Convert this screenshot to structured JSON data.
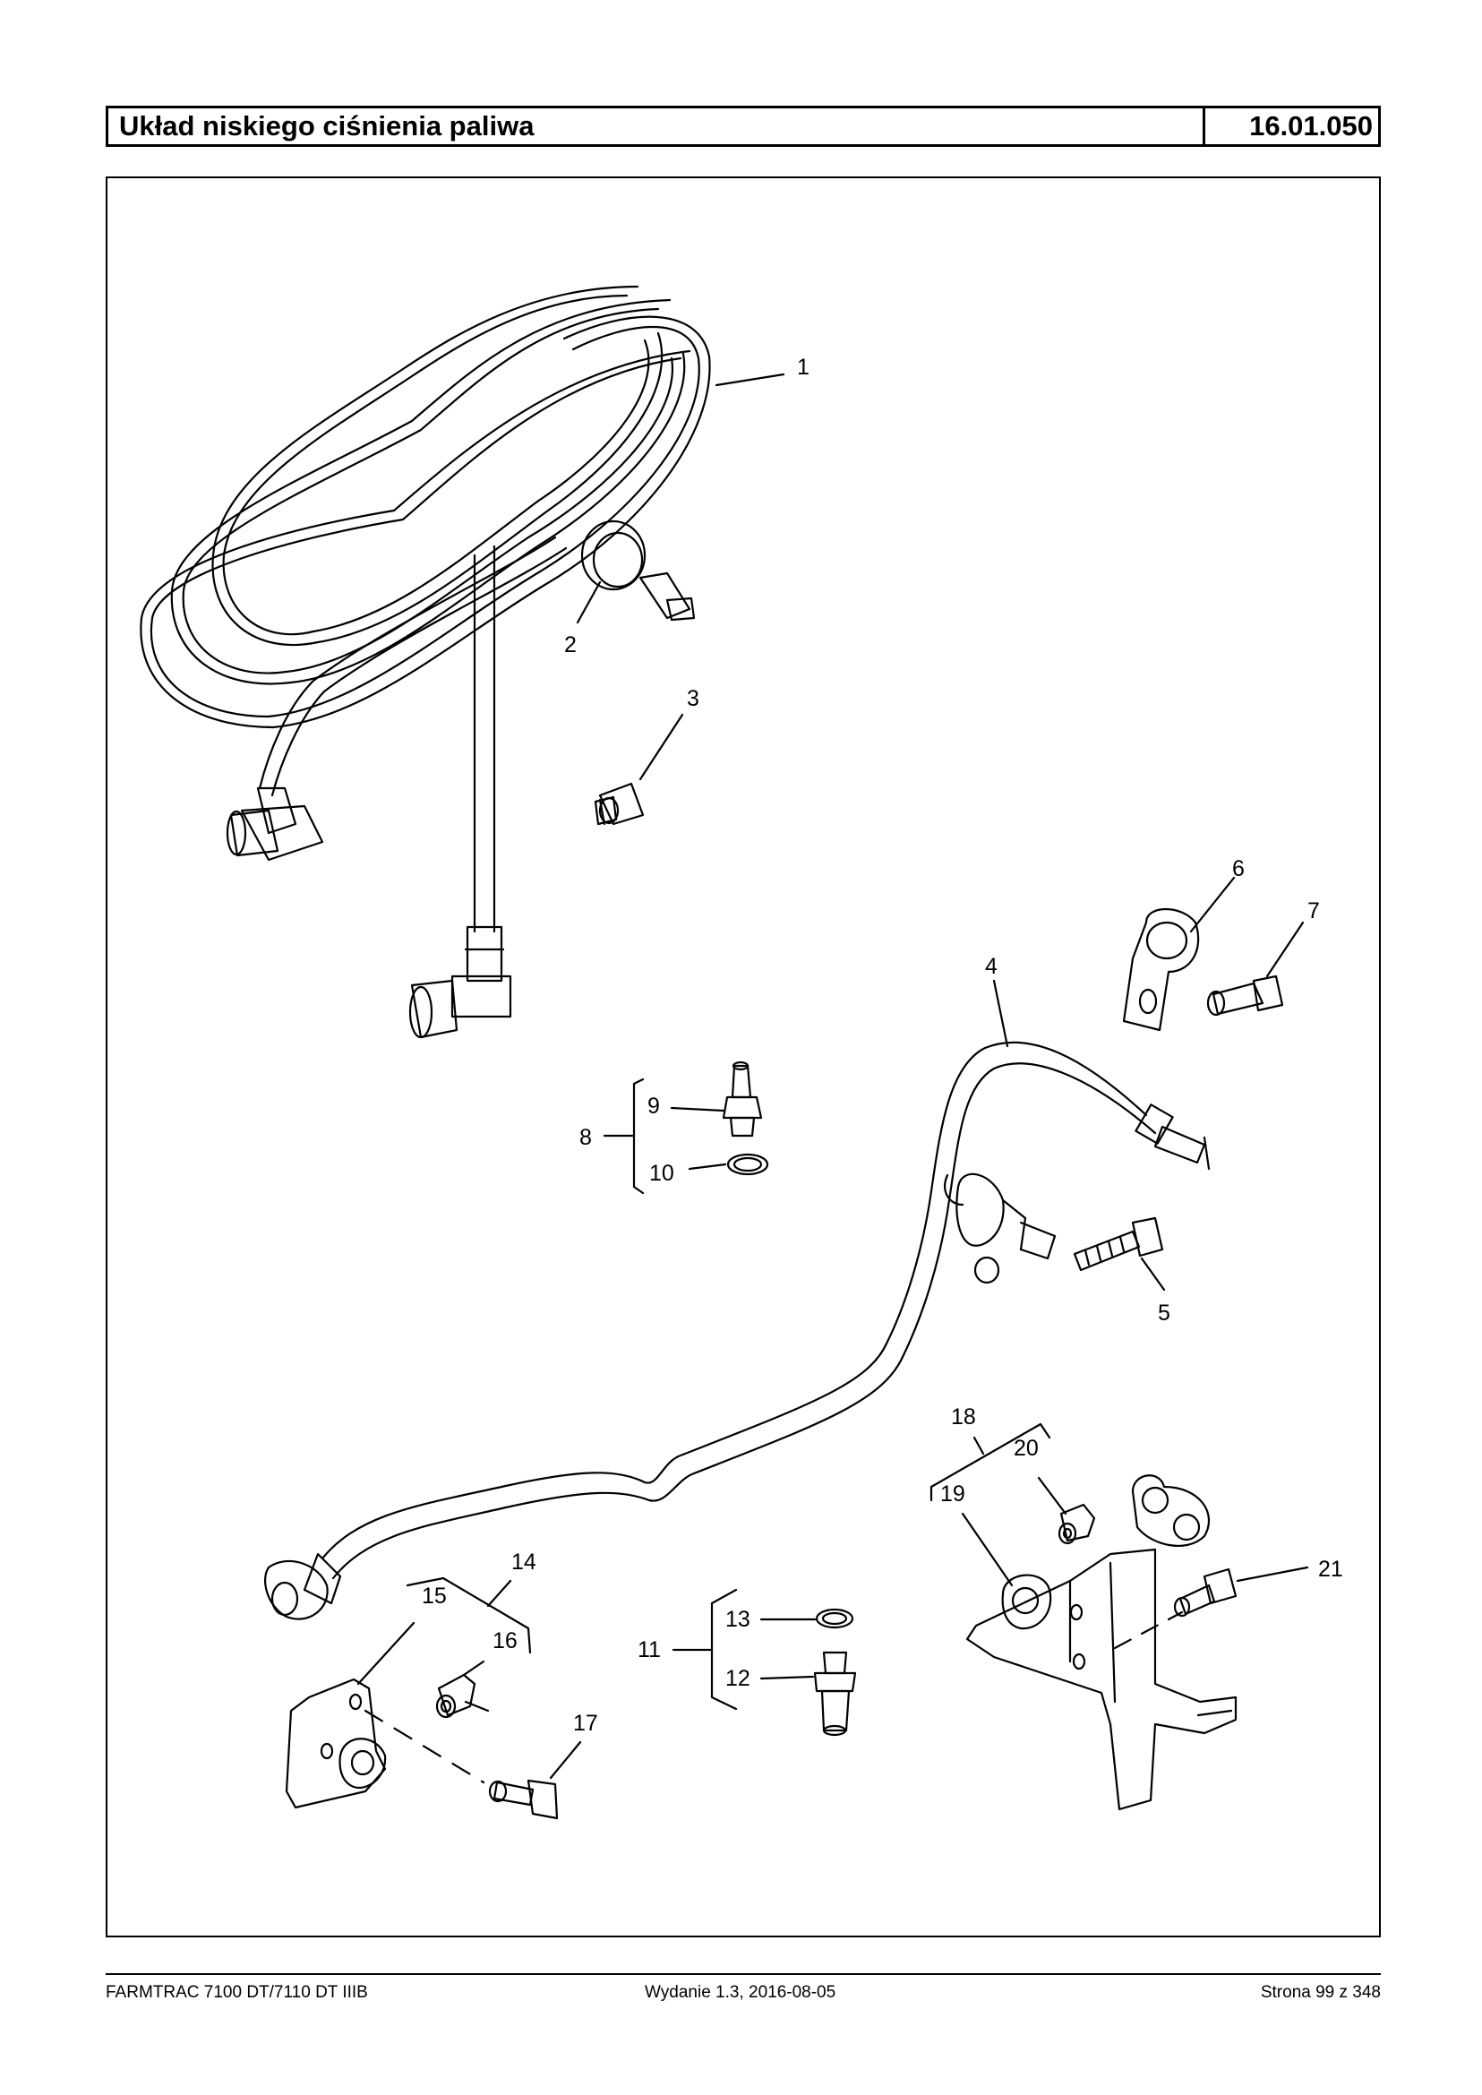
{
  "header": {
    "title": "Układ niskiego ciśnienia paliwa",
    "code": "16.01.050"
  },
  "diagram": {
    "callouts": [
      "1",
      "2",
      "3",
      "4",
      "5",
      "6",
      "7",
      "8",
      "9",
      "10",
      "11",
      "12",
      "13",
      "14",
      "15",
      "16",
      "17",
      "18",
      "19",
      "20",
      "21"
    ]
  },
  "footer": {
    "model": "FARMTRAC 7100 DT/7110 DT IIIB",
    "edition": "Wydanie 1.3,  2016-08-05",
    "page": "Strona 99 z 348"
  }
}
